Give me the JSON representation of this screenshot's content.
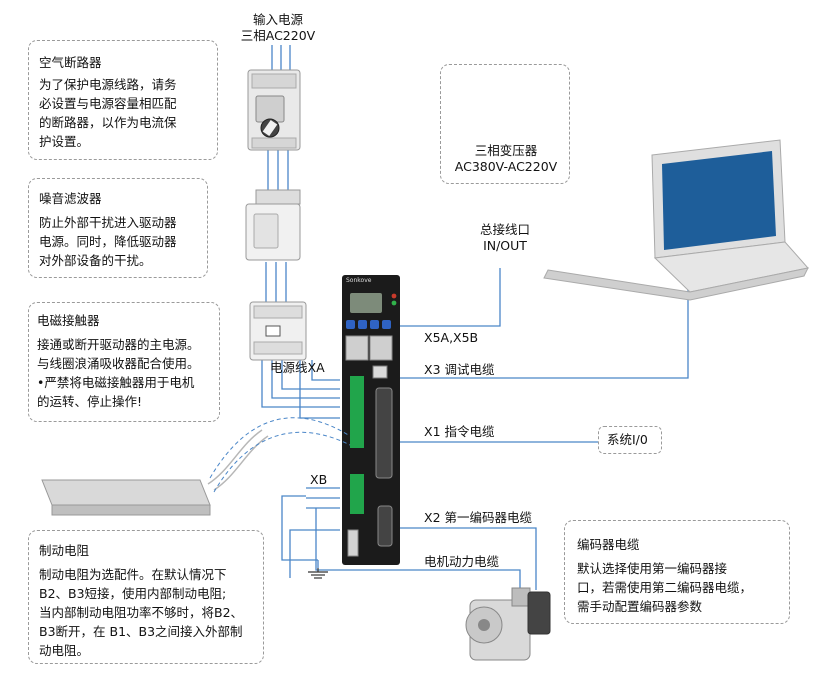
{
  "power_input": {
    "line1": "输入电源",
    "line2": "三相AC220V"
  },
  "breaker": {
    "title": "空气断路器",
    "lines": [
      "为了保护电源线路，请务",
      "必设置与电源容量相匹配",
      "的断路器，以作为电流保",
      "护设置。"
    ]
  },
  "filter": {
    "title": "噪音滤波器",
    "lines": [
      "防止外部干扰进入驱动器",
      "电源。同时，降低驱动器",
      "对外部设备的干扰。"
    ]
  },
  "contactor": {
    "title": "电磁接触器",
    "lines": [
      "接通或断开驱动器的主电源。",
      "与线圈浪涌吸收器配合使用。",
      "•严禁将电磁接触器用于电机",
      "的运转、停止操作!"
    ]
  },
  "brake_resistor": {
    "title": "制动电阻",
    "lines": [
      "制动电阻为选配件。在默认情况下",
      "B2、B3短接，使用内部制动电阻;",
      "当内部制动电阻功率不够时，将B2、",
      "B3断开，在 B1、B3之间接入外部制",
      "动电阻。"
    ]
  },
  "transformer": {
    "line1": "三相变压器",
    "line2": "AC380V-AC220V"
  },
  "bus_port": {
    "line1": "总接线口",
    "line2": "IN/OUT"
  },
  "encoder": {
    "title": "编码器电缆",
    "lines": [
      "默认选择使用第一编码器接",
      "口，若需使用第二编码器电缆，",
      "需手动配置编码器参数"
    ]
  },
  "labels": {
    "x5": "X5A,X5B",
    "x3": "X3 调试电缆",
    "x1": "X1 指令电缆",
    "system_io": "系统I/0",
    "x2": "X2 第一编码器电缆",
    "motor_power": "电机动力电缆",
    "power_line_xa": "电源线XA",
    "xb": "XB",
    "brand": "Sonkove"
  },
  "colors": {
    "wire": "#4a86c8",
    "green_terminal": "#21a54b",
    "drive_body": "#1b1b1b",
    "key_blue": "#2f63c4"
  }
}
